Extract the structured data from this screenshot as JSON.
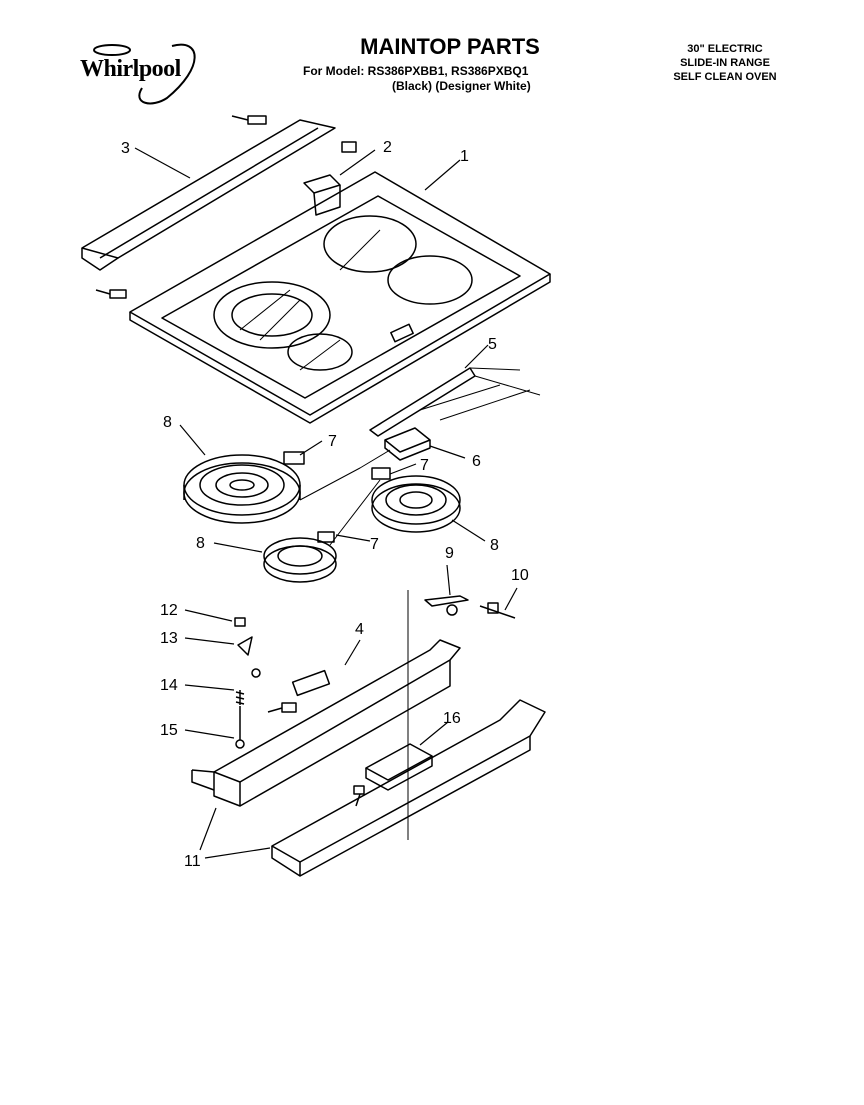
{
  "header": {
    "brand_logo_text": "Whirlpool",
    "title": "MAINTOP PARTS",
    "model_line": "For Model: RS386PXBB1, RS386PXBQ1",
    "color_line": "(Black)  (Designer White)"
  },
  "product": {
    "line1": "30\" ELECTRIC",
    "line2": "SLIDE-IN RANGE",
    "line3": "SELF CLEAN OVEN"
  },
  "callouts": {
    "c1": "1",
    "c2": "2",
    "c3": "3",
    "c4": "4",
    "c5": "5",
    "c6": "6",
    "c7a": "7",
    "c7b": "7",
    "c7c": "7",
    "c8a": "8",
    "c8b": "8",
    "c8c": "8",
    "c9": "9",
    "c10": "10",
    "c11": "11",
    "c12": "12",
    "c13": "13",
    "c14": "14",
    "c15": "15",
    "c16": "16"
  }
}
